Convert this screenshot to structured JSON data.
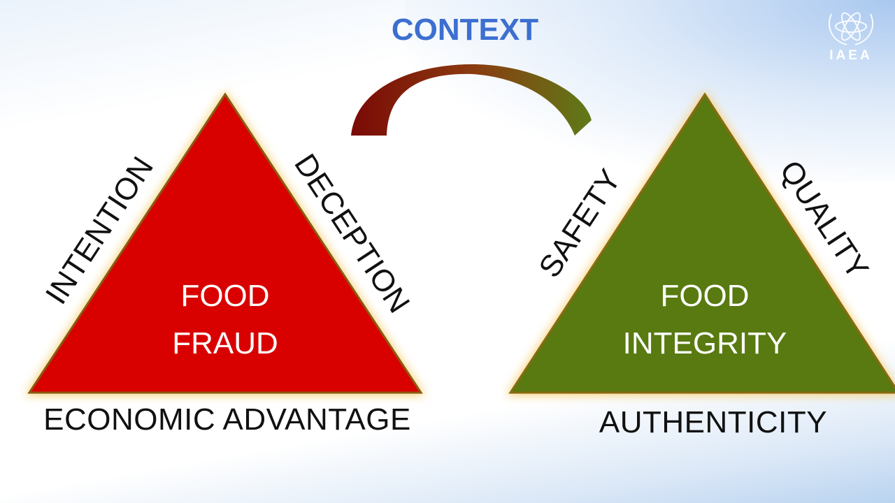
{
  "title": "CONTEXT",
  "logo": {
    "text": "IAEA"
  },
  "left_triangle": {
    "line1": "FOOD",
    "line2": "FRAUD",
    "left_side": "INTENTION",
    "right_side": "DECEPTION",
    "base": "ECONOMIC ADVANTAGE",
    "color": "#d90000"
  },
  "right_triangle": {
    "line1": "FOOD",
    "line2": "INTEGRITY",
    "left_side": "SAFETY",
    "right_side": "QUALITY",
    "base": "AUTHENTICITY",
    "color": "#587a10"
  }
}
